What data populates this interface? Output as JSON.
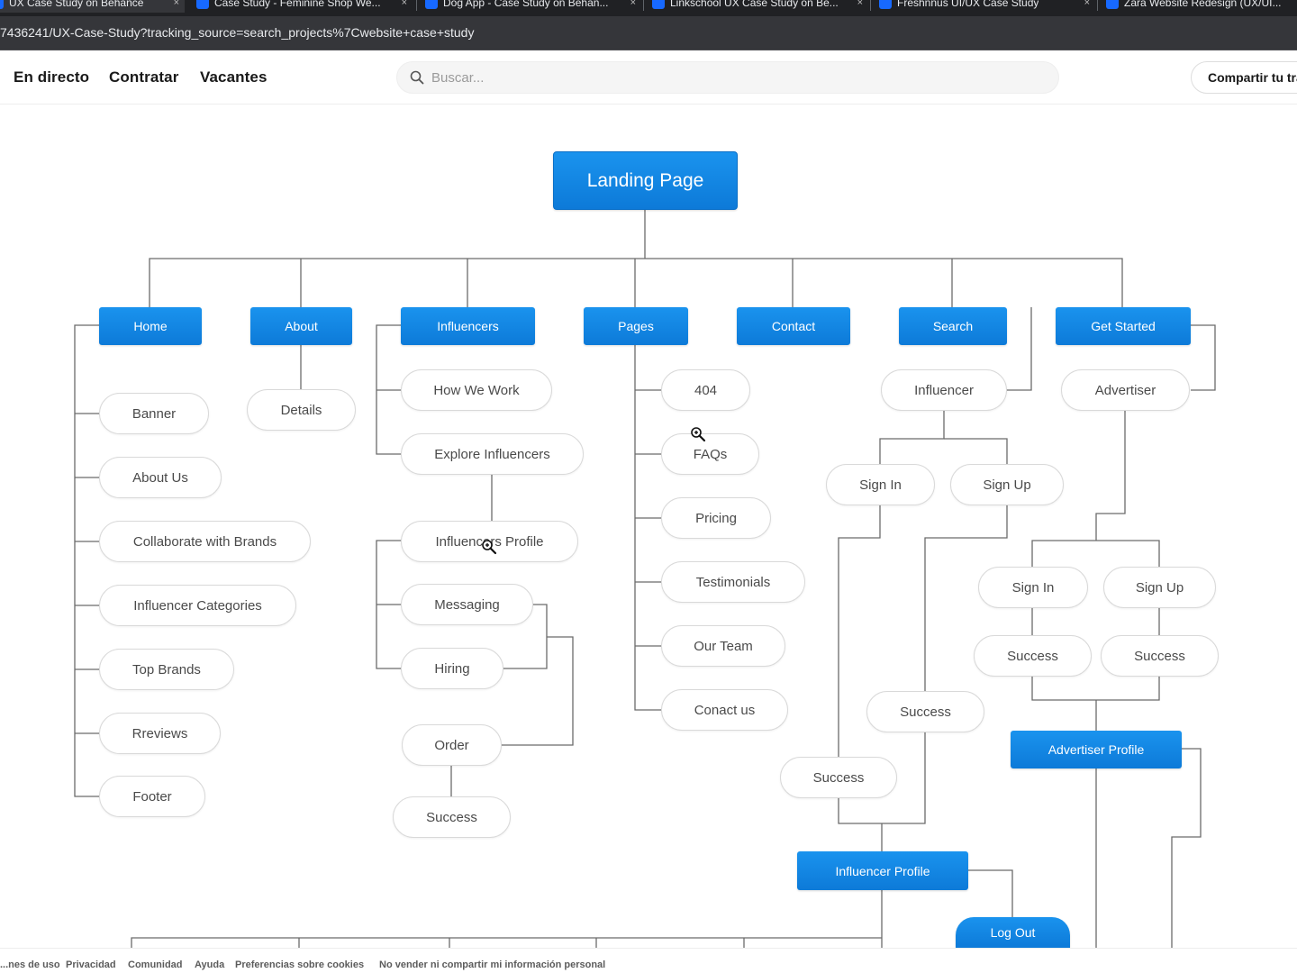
{
  "browser": {
    "tabs": [
      {
        "label": "UX Case Study on Behance",
        "active": true
      },
      {
        "label": "Case Study - Feminine Shop We..."
      },
      {
        "label": "Dog App - Case Study on Behan..."
      },
      {
        "label": "Linkschool UX Case Study on Be..."
      },
      {
        "label": "Freshnnus UI/UX Case Study"
      },
      {
        "label": "Zara Website Redesign (UX/UI..."
      }
    ],
    "close_glyph": "×",
    "url": "7436241/UX-Case-Study?tracking_source=search_projects%7Cwebsite+case+study"
  },
  "header": {
    "nav": [
      "En directo",
      "Contratar",
      "Vacantes"
    ],
    "search_placeholder": "Buscar...",
    "share_label": "Compartir tu trabajo"
  },
  "diagram": {
    "root": "Landing Page",
    "sections": {
      "home": "Home",
      "about": "About",
      "influencers": "Influencers",
      "pages": "Pages",
      "contact": "Contact",
      "search": "Search",
      "get_started": "Get Started"
    },
    "home_children": [
      "Banner",
      "About Us",
      "Collaborate with Brands",
      "Influencer Categories",
      "Top Brands",
      "Rreviews",
      "Footer"
    ],
    "about_children": [
      "Details"
    ],
    "influencers_children": {
      "how_we_work": "How We Work",
      "explore": "Explore Influencers",
      "profile": "Influencers Profile",
      "messaging": "Messaging",
      "hiring": "Hiring",
      "order": "Order",
      "success": "Success"
    },
    "pages_children": [
      "404",
      "FAQs",
      "Pricing",
      "Testimonials",
      "Our Team",
      "Conact us"
    ],
    "search_flow": {
      "influencer": "Influencer",
      "sign_in": "Sign In",
      "sign_up": "Sign Up",
      "success_a": "Success",
      "success_b": "Success",
      "influencer_profile": "Influencer Profile",
      "log_out": "Log Out"
    },
    "get_started_flow": {
      "advertiser": "Advertiser",
      "sign_in": "Sign In",
      "sign_up": "Sign Up",
      "success_a": "Success",
      "success_b": "Success",
      "advertiser_profile": "Advertiser Profile"
    }
  },
  "footer": {
    "links": [
      "...nes de uso",
      "Privacidad",
      "Comunidad",
      "Ayuda",
      "Preferencias sobre cookies",
      "No vender ni compartir mi información personal"
    ]
  },
  "colors": {
    "accent_blue": "#0d7ad8",
    "connector": "#6b6b6b",
    "pill_border": "#d9d9d9"
  },
  "icons": {
    "search": "search-icon",
    "cursor": "zoom-cursor-icon"
  }
}
